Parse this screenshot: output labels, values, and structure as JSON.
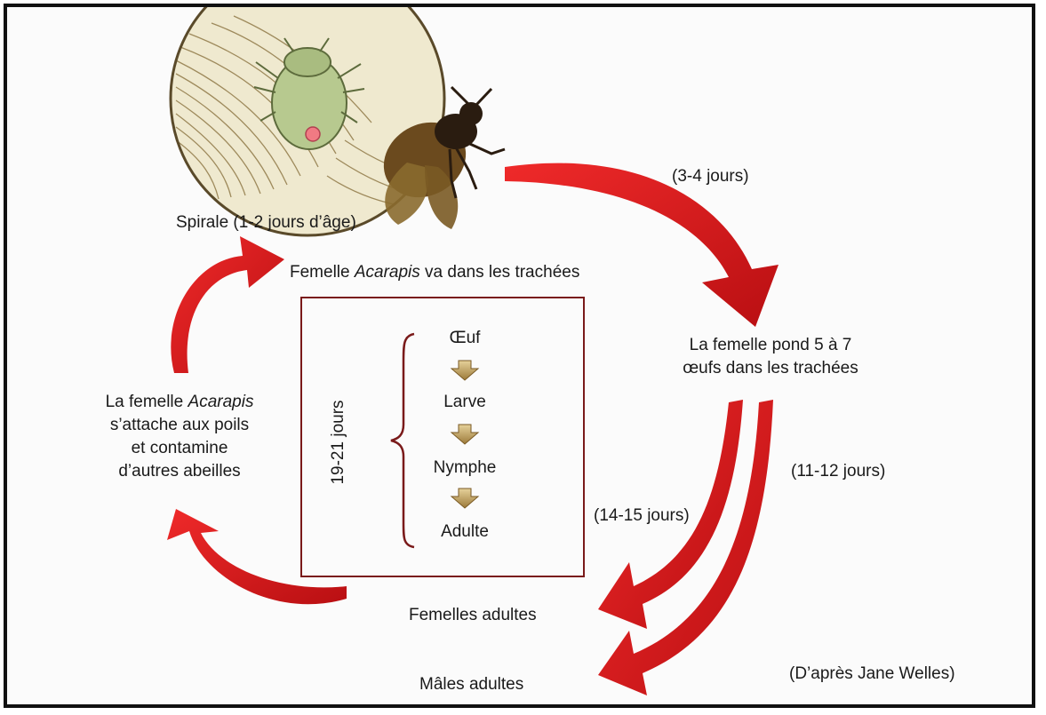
{
  "labels": {
    "spiral": "Spirale (1-2 jours d’âge)",
    "enter_trachea_pre": "Femelle ",
    "enter_trachea_species": "Acarapis",
    "enter_trachea_post": " va dans les trachées",
    "days_3_4": "(3-4 jours)",
    "lays_line1": "La femelle pond 5 à 7",
    "lays_line2": "œufs dans les trachées",
    "days_11_12": "(11-12 jours)",
    "days_14_15": "(14-15 jours)",
    "attach_line1_pre": "La femelle ",
    "attach_line1_species": "Acarapis",
    "attach_line2": "s’attache aux poils",
    "attach_line3": "et contamine",
    "attach_line4": "d’autres abeilles",
    "adult_females": "Femelles adultes",
    "adult_males": "Mâles adultes",
    "credit": "(D’après Jane Welles)"
  },
  "cycle": {
    "duration": "19-21 jours",
    "stages": [
      "Œuf",
      "Larve",
      "Nymphe",
      "Adulte"
    ]
  },
  "colors": {
    "arrow_red": "#d8171b",
    "arrow_dark": "#9c0d0f",
    "box_border": "#7a1a1a",
    "stage_arrow": "#b89a5a"
  }
}
